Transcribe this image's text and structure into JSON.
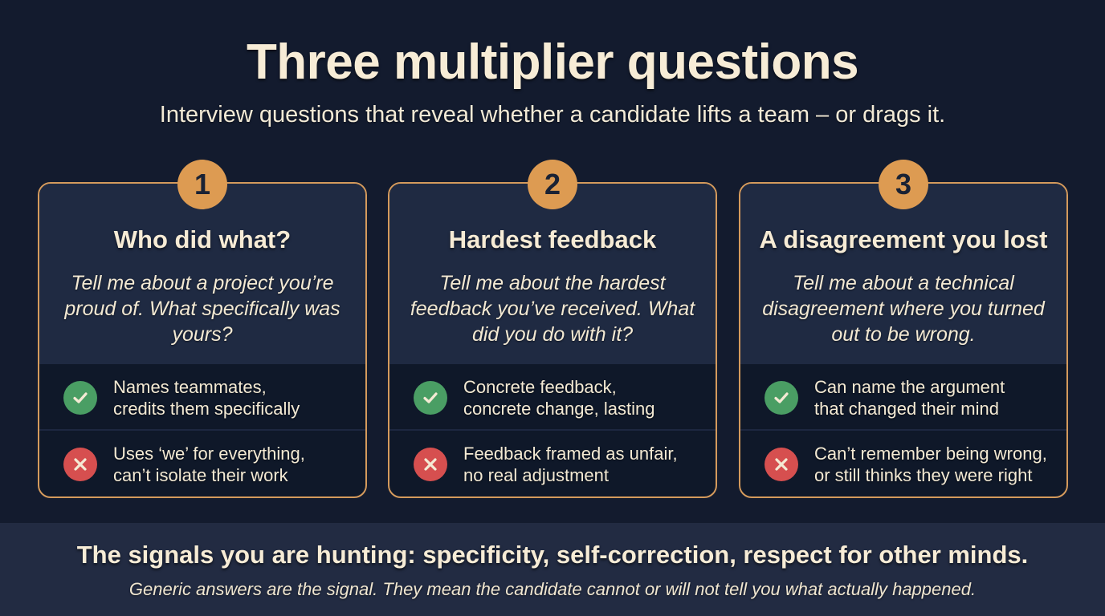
{
  "header": {
    "title": "Three multiplier questions",
    "subtitle": "Interview questions that reveal whether a candidate lifts a team – or drags it."
  },
  "cards": [
    {
      "number": "1",
      "heading": "Who did what?",
      "question": "Tell me about a project you’re proud of. What specifically was yours?",
      "good": {
        "icon": "check-icon",
        "text": "Names teammates,\ncredits them specifically"
      },
      "bad": {
        "icon": "cross-icon",
        "text": "Uses ‘we’ for everything,\ncan’t isolate their work"
      }
    },
    {
      "number": "2",
      "heading": "Hardest feedback",
      "question": "Tell me about the hardest feedback you’ve received. What did you do with it?",
      "good": {
        "icon": "check-icon",
        "text": "Concrete feedback,\nconcrete change, lasting"
      },
      "bad": {
        "icon": "cross-icon",
        "text": "Feedback framed as unfair,\nno real adjustment"
      }
    },
    {
      "number": "3",
      "heading": "A disagreement you lost",
      "question": "Tell me about a technical disagreement where you turned out to be wrong.",
      "good": {
        "icon": "check-icon",
        "text": "Can name the argument\nthat changed their mind"
      },
      "bad": {
        "icon": "cross-icon",
        "text": "Can’t remember being wrong,\nor still thinks they were right"
      }
    }
  ],
  "footer": {
    "main": "The signals you are hunting: specificity, self-correction, respect for other minds.",
    "sub": "Generic answers are the signal. They mean the candidate cannot or will not tell you what actually happened."
  },
  "colors": {
    "background": "#131b2e",
    "card_top": "#1f2a42",
    "card_bottom": "#0f1829",
    "accent": "#dd9b52",
    "card_border": "#d49a5c",
    "good": "#4a9e64",
    "bad": "#d64f4f",
    "text": "#f5ecd8",
    "footer_bg": "#222b42"
  }
}
